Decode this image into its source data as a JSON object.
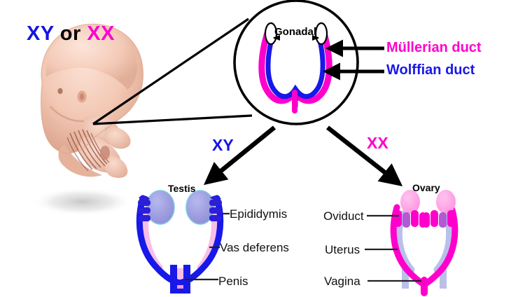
{
  "figure": {
    "title_parts": {
      "karyotype_xy": "XY",
      "conjunction": "or",
      "karyotype_xx": "XX"
    },
    "embryo": {
      "name": "human-embryo-illustration"
    }
  },
  "inset": {
    "gonadal_label": "Gonadal",
    "description": "bipotential-duct-system"
  },
  "legend": {
    "items": [
      {
        "label": "Müllerian duct",
        "color": "#ff00cc"
      },
      {
        "label": "Wolffian duct",
        "color": "#1818e8"
      }
    ],
    "mullerian_label": "Müllerian duct",
    "wolffian_label": "Wolffian duct"
  },
  "branches": {
    "male_label": "XY",
    "female_label": "XX"
  },
  "male_tract": {
    "gonad_title": "Testis",
    "labels": {
      "epididymis": "Epididymis",
      "vas_deferens": "Vas deferens",
      "penis": "Penis"
    }
  },
  "female_tract": {
    "gonad_title": "Ovary",
    "labels": {
      "oviduct": "Oviduct",
      "uterus": "Uterus",
      "vagina": "Vagina"
    }
  },
  "colors": {
    "mullerian": "#ff00cc",
    "wolffian": "#1818e8",
    "mullerian_faded": "#f7bfe8",
    "wolffian_faded": "#b9c0ea",
    "testis_fill": "#9a9ade",
    "ovary_fill": "#ffa8e8",
    "outline": "#000000",
    "skin_light": "#f6cfc0",
    "skin_mid": "#eab49f",
    "skin_dark": "#d1937e"
  }
}
